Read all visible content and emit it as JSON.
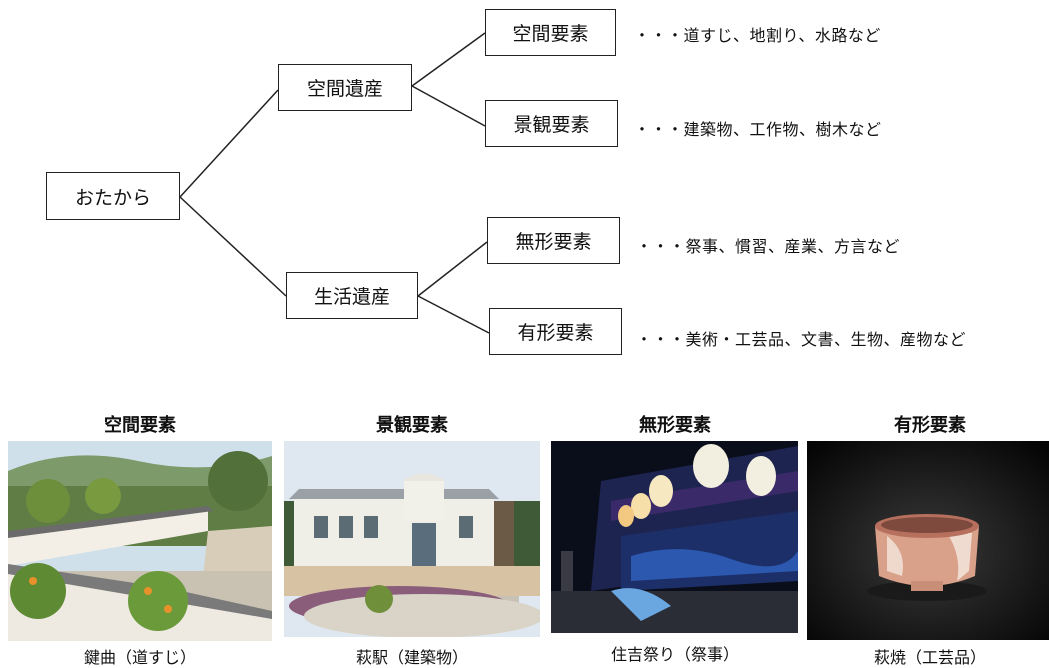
{
  "diagram": {
    "root": "おたから",
    "branches": [
      {
        "label": "空間遺産",
        "children": [
          {
            "label": "空間要素",
            "description": "・・・道すじ、地割り、水路など"
          },
          {
            "label": "景観要素",
            "description": "・・・建築物、工作物、樹木など"
          }
        ]
      },
      {
        "label": "生活遺産",
        "children": [
          {
            "label": "無形要素",
            "description": "・・・祭事、慣習、産業、方言など"
          },
          {
            "label": "有形要素",
            "description": "・・・美術・工芸品、文書、生物、産物など"
          }
        ]
      }
    ]
  },
  "photos": [
    {
      "title": "空間要素",
      "caption": "鍵曲（道すじ）"
    },
    {
      "title": "景観要素",
      "caption": "萩駅（建築物）"
    },
    {
      "title": "無形要素",
      "caption": "住吉祭り（祭事）"
    },
    {
      "title": "有形要素",
      "caption": "萩焼（工芸品）"
    }
  ]
}
